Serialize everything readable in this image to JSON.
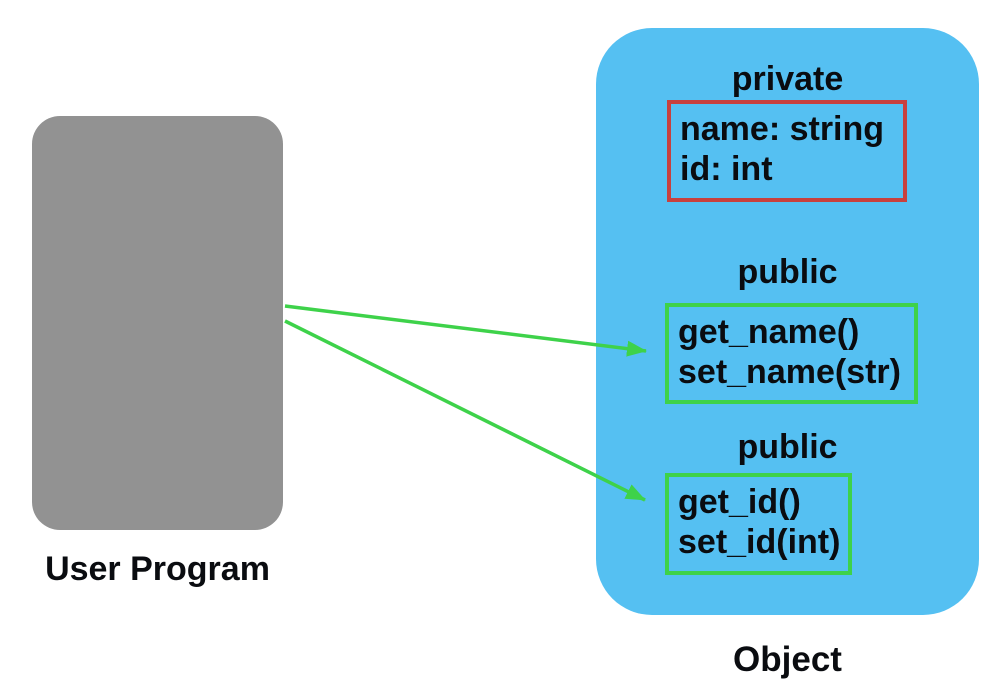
{
  "user_program": {
    "label": "User Program"
  },
  "object": {
    "label": "Object",
    "sections": [
      {
        "access": "private",
        "heading": "private",
        "lines": [
          "name: string",
          "id: int"
        ]
      },
      {
        "access": "public",
        "heading": "public",
        "lines": [
          "get_name()",
          "set_name(str)"
        ]
      },
      {
        "access": "public",
        "heading": "public",
        "lines": [
          "get_id()",
          "set_id(int)"
        ]
      }
    ]
  },
  "arrows": [
    {
      "name": "call-name-methods",
      "from": "user-program",
      "to": "public-name-methods-box"
    },
    {
      "name": "call-id-methods",
      "from": "user-program",
      "to": "public-id-methods-box"
    }
  ],
  "colors": {
    "background": "#ffffff",
    "user_program_fill": "#929292",
    "object_fill": "#55c0f2",
    "private_border": "#c8403e",
    "public_border": "#3ed24a",
    "arrow": "#3ed24a",
    "text": "#0a0c10"
  }
}
